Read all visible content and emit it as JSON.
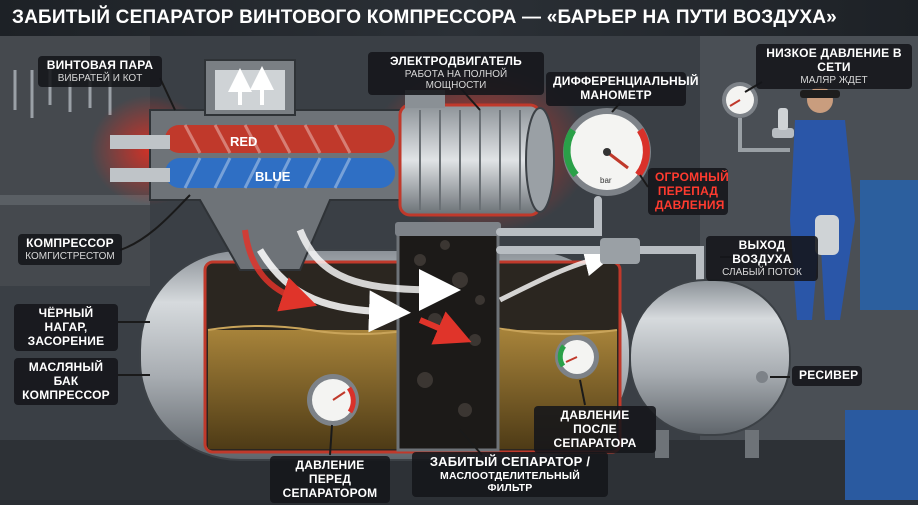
{
  "title": "ЗАБИТЫЙ СЕПАРАТОР ВИНТОВОГО КОМПРЕССОРА — «БАРЬЕР НА ПУТИ ВОЗДУХА»",
  "labels": {
    "screw_pair": {
      "title": "ВИНТОВАЯ ПАРА",
      "sub": "ВИБРАТЕЙ И КОТ"
    },
    "motor": {
      "title": "ЭЛЕКТРОДВИГАТЕЛЬ",
      "sub": "РАБОТА НА ПОЛНОЙ МОЩНОСТИ"
    },
    "diff_gauge": {
      "line1": "ДИФФЕРЕНЦИАЛЬНЫЙ",
      "line2": "МАНОМЕТР"
    },
    "low_pressure": {
      "title": "НИЗКОЕ ДАВЛЕНИЕ В СЕТИ",
      "sub": "МАЛЯР ЖДЕТ"
    },
    "huge_drop": {
      "line1": "ОГРОМНЫЙ",
      "line2": "ПЕРЕПАД",
      "line3": "ДАВЛЕНИЯ"
    },
    "compressor": {
      "title": "КОМПРЕССОР",
      "sub": "КОМГИСТРЕСТОМ"
    },
    "air_out": {
      "title": "ВЫХОД ВОЗДУХА",
      "sub": "СЛАБЫЙ ПОТОК"
    },
    "black_deposit": {
      "line1": "ЧЁРНЫЙ НАГАР,",
      "line2": "ЗАСОРЕНИЕ"
    },
    "oil_tank": {
      "line1": "МАСЛЯНЫЙ БАК",
      "line2": "КОМПРЕССОР"
    },
    "receiver": {
      "title": "РЕСИВЕР"
    },
    "pressure_after": {
      "line1": "ДАВЛЕНИЕ ПОСЛЕ",
      "line2": "СЕПАРАТОРА"
    },
    "pressure_before": {
      "line1": "ДАВЛЕНИЕ ПЕРЕД",
      "line2": "СЕПАРАТОРОМ"
    },
    "separator": {
      "line1": "ЗАБИТЫЙ СЕПАРАТОР /",
      "line2": "МАСЛООТДЕЛИТЕЛЬНЫЙ ФИЛЬТР"
    }
  },
  "rotors": {
    "red": "RED",
    "blue": "BLUE"
  },
  "gauge_unit": "bar",
  "colors": {
    "accent_red": "#ff3b2f",
    "rotor_red": "#c0392b",
    "rotor_blue": "#2f6fc4",
    "oil": "#8a6a2c",
    "tank": "#b9bec3"
  },
  "icons": {
    "painter": "painter-icon",
    "spray_gun": "spray-gun-icon",
    "gauge": "pressure-gauge-icon",
    "arrow": "air-flow-arrow-icon"
  }
}
